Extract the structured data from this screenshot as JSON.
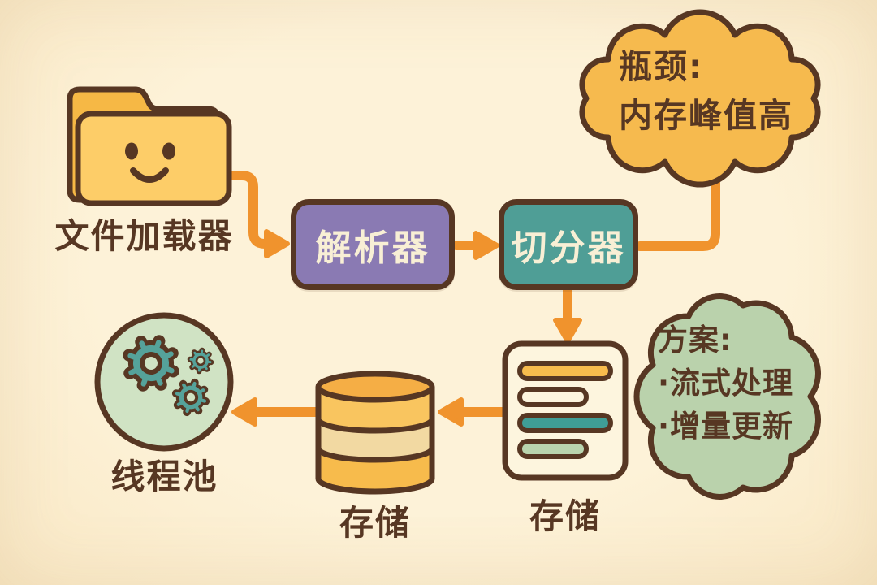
{
  "palette": {
    "background": "#fcefd2",
    "outline": "#573723",
    "arrow_orange": "#f0932d",
    "folder_front": "#fdcd68",
    "folder_back": "#f6b845",
    "parser_purple": "#8a7ab3",
    "splitter_teal": "#4f9e96",
    "bottleneck_cloud": "#f6ba4e",
    "solution_cloud": "#bad2ac",
    "thread_pool_circle": "#d0e3c4",
    "gear_teal": "#55a29a",
    "document_cream": "#fdf5de",
    "db_yellow": "#f9c55f",
    "db_band_cream": "#f2d9a2",
    "box_text": "#f8efd5",
    "text_brown": "#573723"
  },
  "nodes": {
    "file_loader": {
      "label": "文件加载器"
    },
    "parser": {
      "label": "解析器"
    },
    "splitter": {
      "label": "切分器"
    },
    "chunk_store": {
      "label": "存储"
    },
    "db_store": {
      "label": "存储"
    },
    "thread_pool": {
      "label": "线程池"
    }
  },
  "callouts": {
    "bottleneck": {
      "title": "瓶颈:",
      "detail": "内存峰值高"
    },
    "solution": {
      "title": "方案:",
      "item1": "·流式处理",
      "item2": "·增量更新"
    }
  }
}
